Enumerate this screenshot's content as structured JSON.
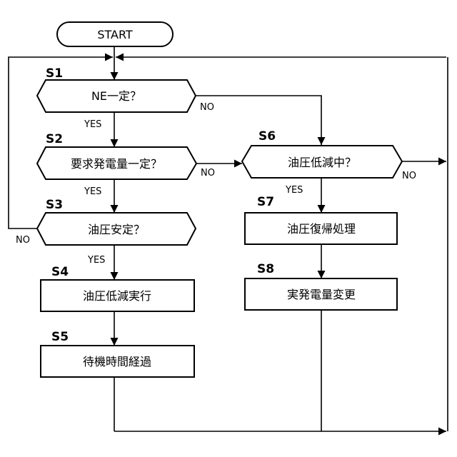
{
  "flowchart": {
    "start": "START",
    "steps": {
      "s1": {
        "id": "S1",
        "text": "NE一定？"
      },
      "s2": {
        "id": "S2",
        "text": "要求発電量一定？"
      },
      "s3": {
        "id": "S3",
        "text": "油圧安定？"
      },
      "s4": {
        "id": "S4",
        "text": "油圧低減実行"
      },
      "s5": {
        "id": "S5",
        "text": "待機時間経過"
      },
      "s6": {
        "id": "S6",
        "text": "油圧低減中？"
      },
      "s7": {
        "id": "S7",
        "text": "油圧復帰処理"
      },
      "s8": {
        "id": "S8",
        "text": "実発電量変更"
      }
    },
    "labels": {
      "yes": "YES",
      "no": "NO"
    }
  }
}
